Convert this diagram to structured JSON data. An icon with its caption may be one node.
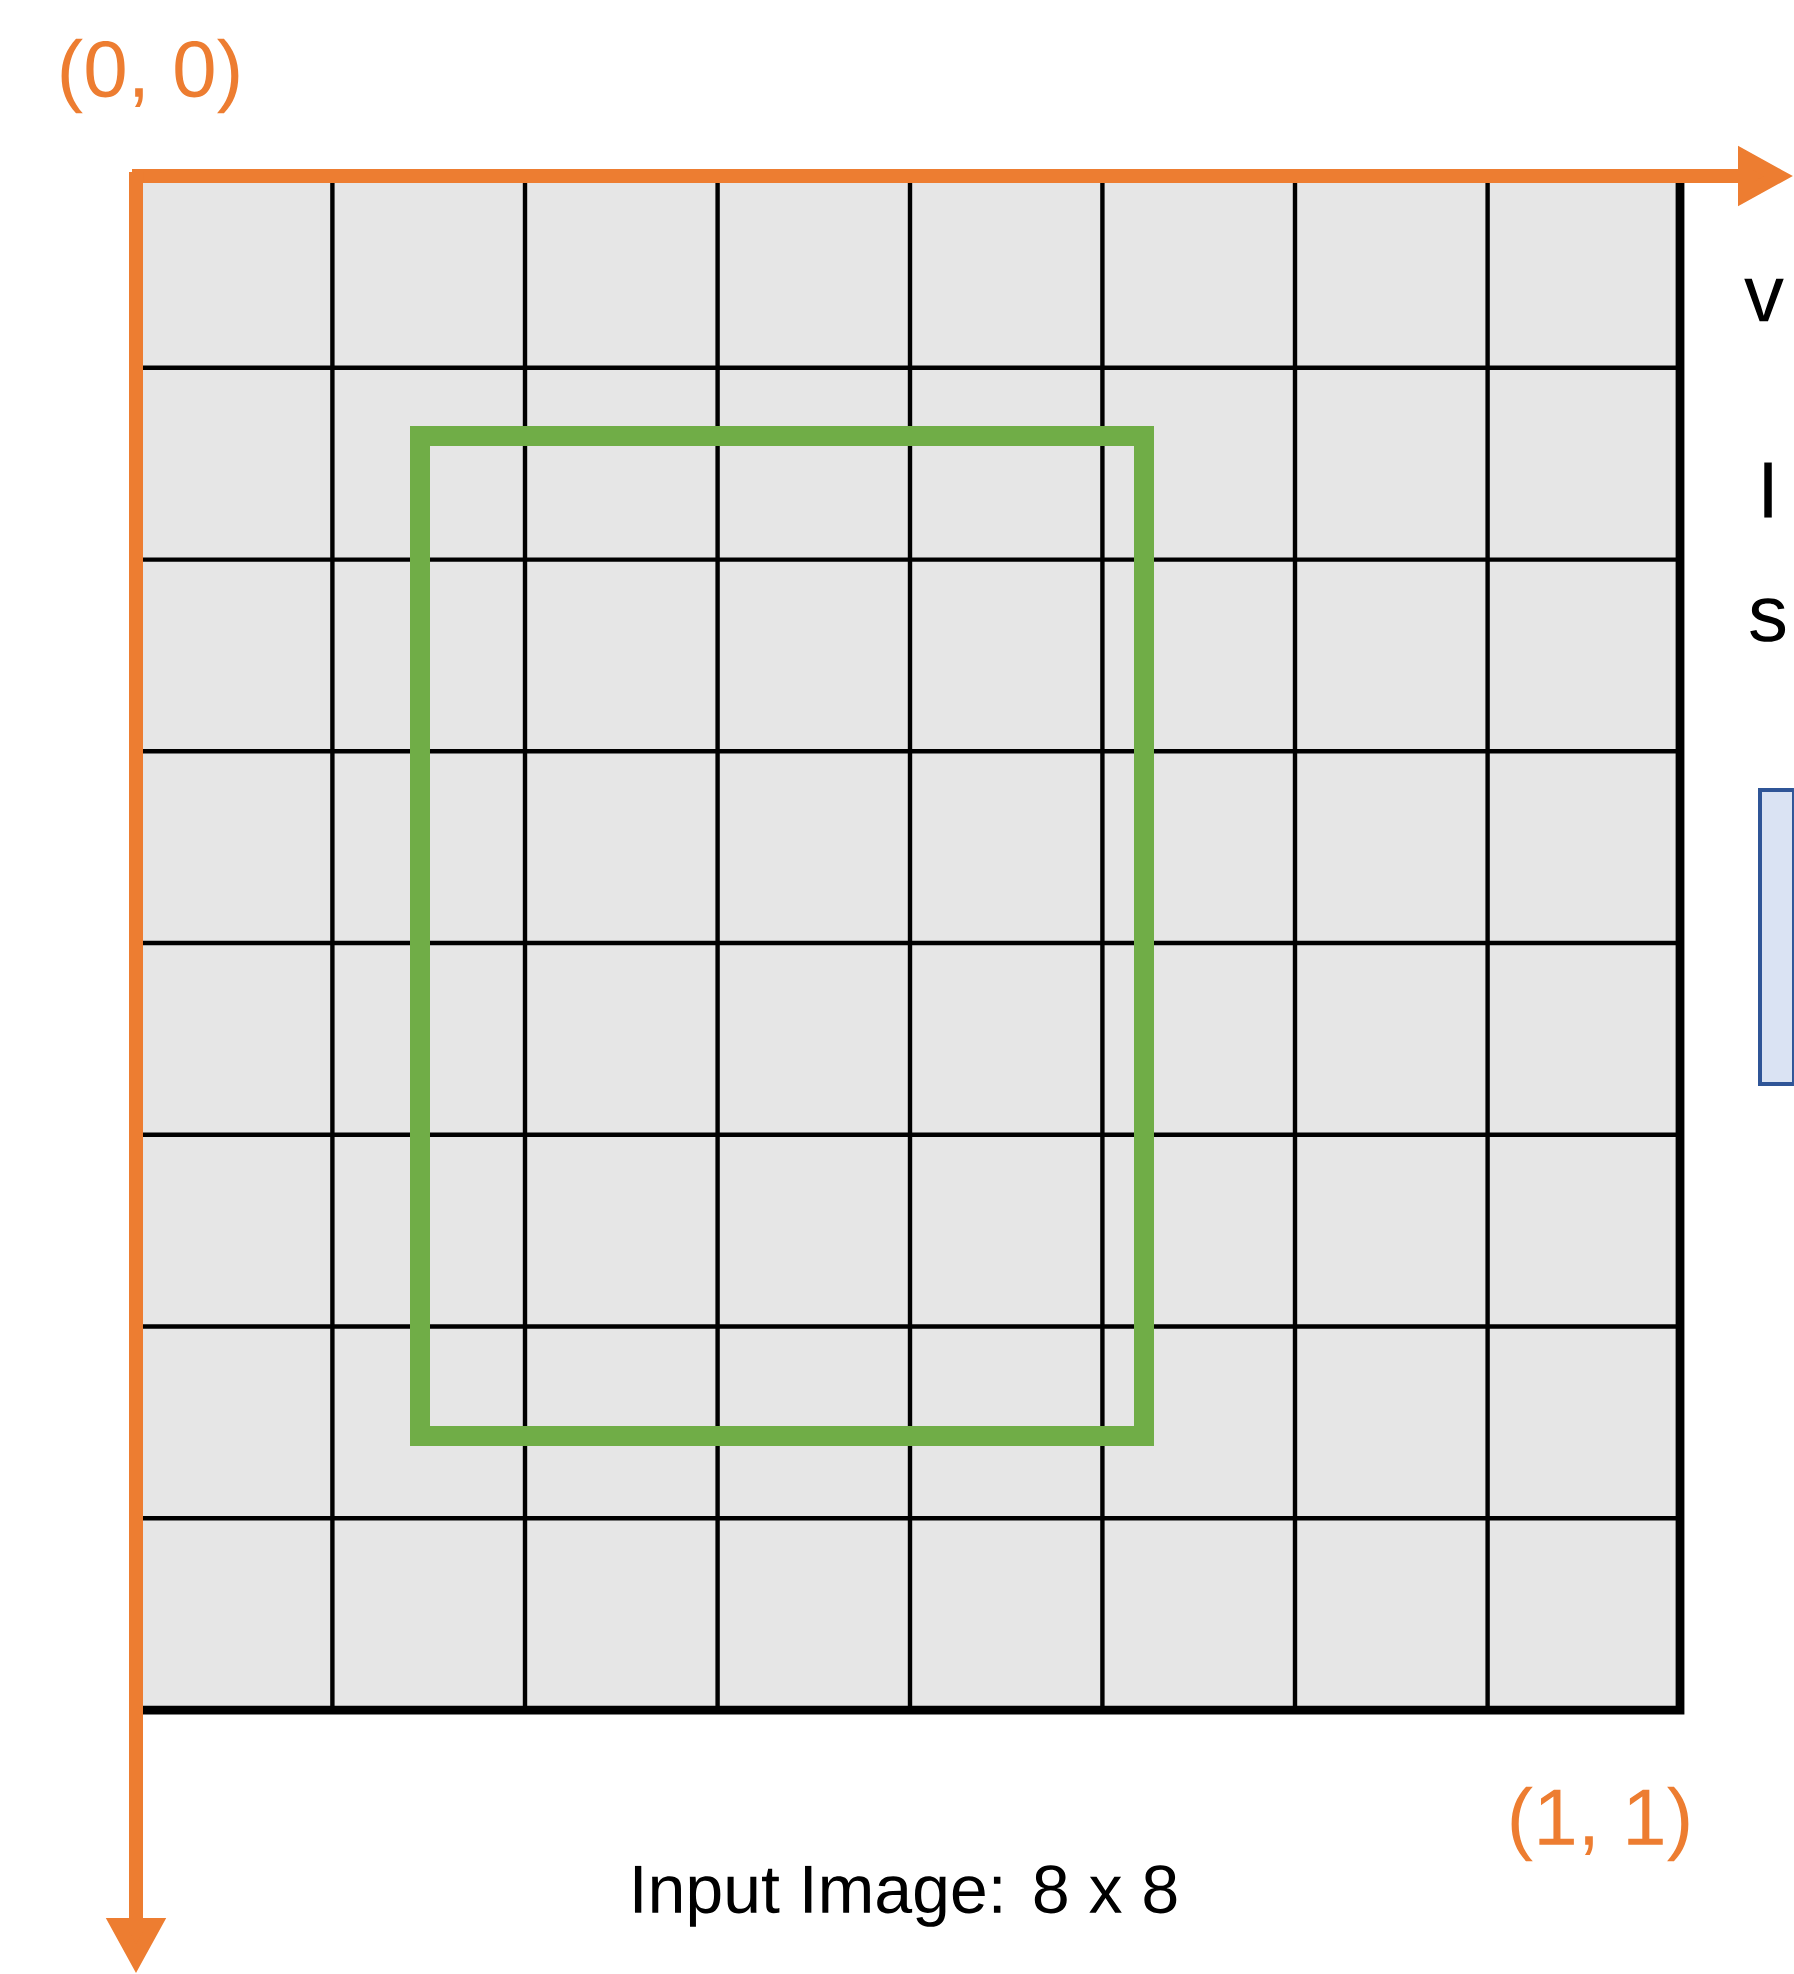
{
  "diagram": {
    "nodes": [
      {
        "text": [],
        "shape": "box"
      }
    ],
    "labels": [
      "(0, 0)",
      "v",
      "I",
      "s",
      "(1, 1)",
      "Input Image: 8 x 8"
    ]
  }
}
